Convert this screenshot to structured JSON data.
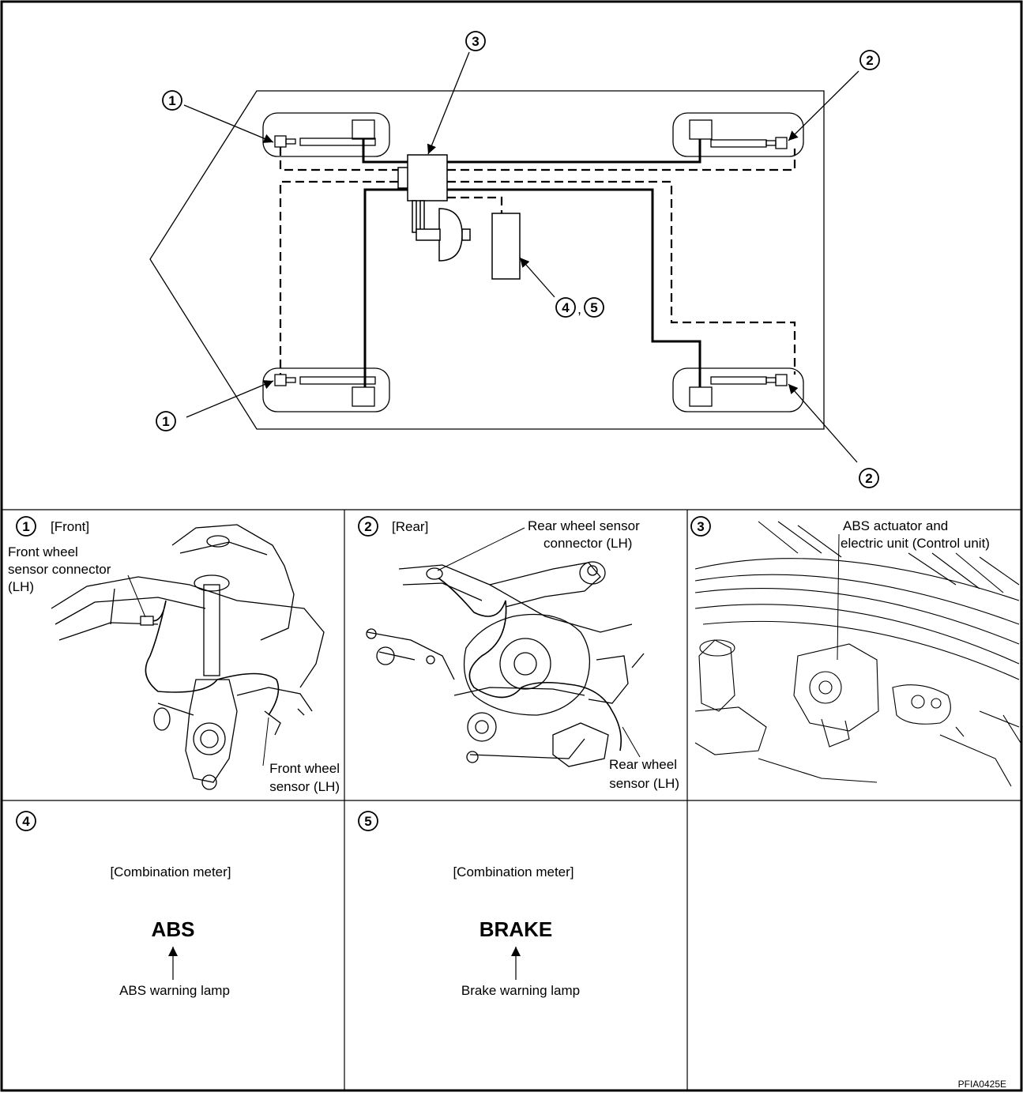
{
  "callouts": {
    "n1": "1",
    "n2": "2",
    "n3": "3",
    "n4": "4",
    "n5": "5",
    "comma": ","
  },
  "panels": {
    "front": {
      "tag": "[Front]",
      "connector_label_lines": [
        "Front wheel",
        "sensor connector",
        "(LH)"
      ],
      "sensor_label_lines": [
        "Front wheel",
        "sensor (LH)"
      ]
    },
    "rear": {
      "tag": "[Rear]",
      "connector_label_lines": [
        "Rear wheel sensor",
        "connector (LH)"
      ],
      "sensor_label_lines": [
        "Rear wheel",
        "sensor (LH)"
      ]
    },
    "actuator": {
      "label_lines": [
        "ABS actuator and",
        "electric unit (Control unit)"
      ]
    },
    "abs_lamp": {
      "meter_label": "[Combination meter]",
      "lamp_text": "ABS",
      "caption": "ABS warning lamp"
    },
    "brake_lamp": {
      "meter_label": "[Combination meter]",
      "lamp_text": "BRAKE",
      "caption": "Brake warning lamp"
    }
  },
  "figure_code": "PFIA0425E"
}
